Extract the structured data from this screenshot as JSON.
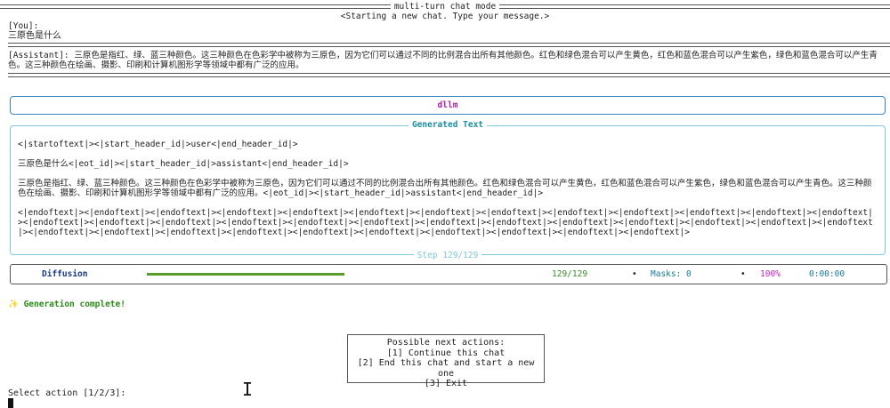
{
  "header": {
    "title": "multi-turn chat mode",
    "subtitle": "<Starting a new chat. Type your message.>"
  },
  "user": {
    "label": "[You]:",
    "message": "三原色是什么"
  },
  "assistant": {
    "text": "[Assistant]: 三原色是指红、绿、蓝三种颜色。这三种颜色在色彩学中被称为三原色，因为它们可以通过不同的比例混合出所有其他颜色。红色和绿色混合可以产生黄色，红色和蓝色混合可以产生紫色，绿色和蓝色混合可以产生青色。这三种颜色在绘画、摄影、印刷和计算机图形学等领域中都有广泛的应用。"
  },
  "model_panel": {
    "name": "dllm"
  },
  "generated": {
    "title": "Generated Text",
    "line1": "<|startoftext|><|start_header_id|>user<|end_header_id|>",
    "line2": "三原色是什么<|eot_id|><|start_header_id|>assistant<|end_header_id|>",
    "line3": "三原色是指红、绿、蓝三种颜色。这三种颜色在色彩学中被称为三原色，因为它们可以通过不同的比例混合出所有其他颜色。红色和绿色混合可以产生黄色，红色和蓝色混合可以产生紫色，绿色和蓝色混合可以产生青色。这三种颜色在绘画、摄影、印刷和计算机图形学等领域中都有广泛的应用。<|eot_id|><|start_header_id|>assistant<|end_header_id|>",
    "line4": "<|endoftext|><|endoftext|><|endoftext|><|endoftext|><|endoftext|><|endoftext|><|endoftext|><|endoftext|><|endoftext|><|endoftext|><|endoftext|><|endoftext|><|endoftext|><|endoftext|><|endoftext|><|endoftext|><|endoftext|><|endoftext|><|endoftext|><|endoftext|><|endoftext|><|endoftext|><|endoftext|><|endoftext|><|endoftext|><|endoftext|><|endoftext|><|endoftext|><|endoftext|><|endoftext|><|endoftext|><|endoftext|><|endoftext|><|endoftext|><|endoftext|><|endoftext|>",
    "step": "Step 129/129"
  },
  "progress": {
    "label": "Diffusion",
    "fraction": 1.0,
    "count": "129/129",
    "masks": "Masks: 0",
    "percent": "100%",
    "time": "0:00:00",
    "bullet": "•"
  },
  "status": {
    "icon": "sparkle-icon",
    "text": "Generation complete!"
  },
  "actions": {
    "title": "Possible next actions:",
    "items": [
      "[1] Continue this chat",
      "[2] End this chat and start a new one",
      "[3] Exit"
    ]
  },
  "prompt": {
    "text": "Select action [1/2/3]:"
  },
  "colors": {
    "panel_blue": "#3a86c0",
    "teal": "#1a8fa6",
    "green": "#4a9a2a",
    "magenta": "#c020c0",
    "navy": "#1a3a8a"
  }
}
